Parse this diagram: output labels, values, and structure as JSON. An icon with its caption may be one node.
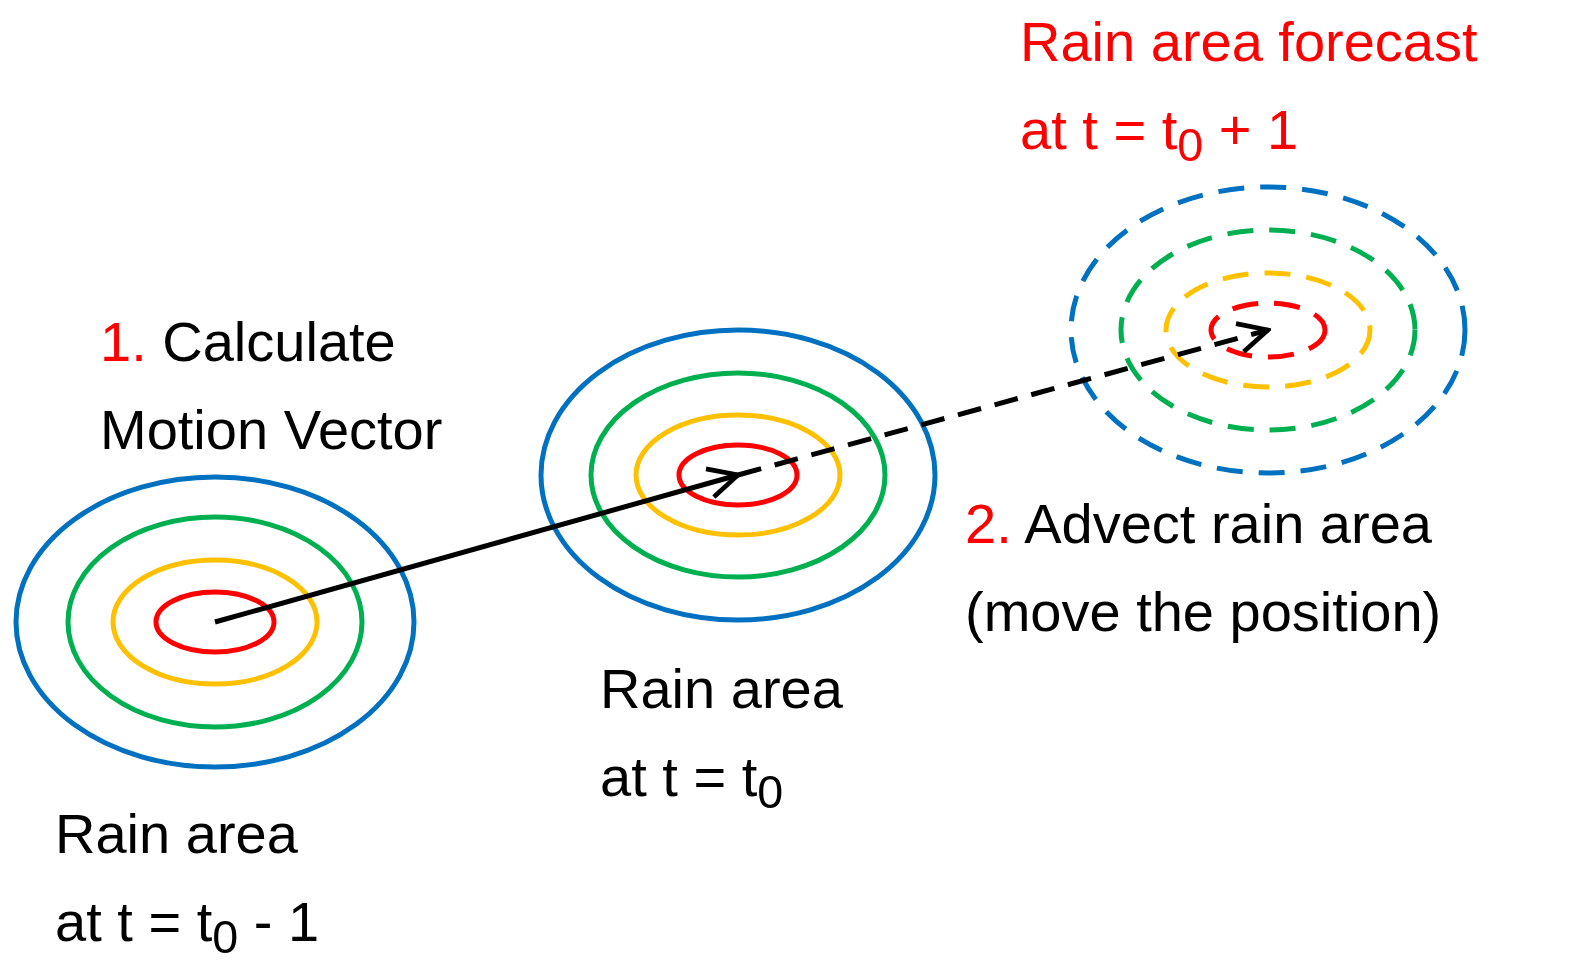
{
  "diagram": {
    "nodes": [
      {
        "text": [],
        "shape": "ellipse",
        "beside": [
          "Rain area at t = t$_{0}$ - 1"
        ]
      },
      {
        "text": [],
        "shape": "ellipse",
        "in": 0
      },
      {
        "text": [],
        "shape": "ellipse",
        "in": 1
      },
      {
        "text": [],
        "shape": "ellipse",
        "in": 2
      },
      {
        "text": [],
        "shape": "ellipse",
        "beside": [
          "Rain area at t = t$_{0}$"
        ]
      },
      {
        "text": [],
        "shape": "ellipse",
        "in": 4
      },
      {
        "text": [],
        "shape": "ellipse",
        "in": 5
      },
      {
        "text": [],
        "shape": "ellipse",
        "in": 6
      },
      {
        "text": [],
        "shape": "ellipse",
        "beside": [
          "Rain area forecast at t = t$_{0}$ + 1"
        ]
      },
      {
        "text": [],
        "shape": "ellipse",
        "in": 8
      },
      {
        "text": [],
        "shape": "ellipse",
        "in": 9
      },
      {
        "text": [],
        "shape": "ellipse",
        "in": 10
      }
    ],
    "edges": [
      {
        "from": 3,
        "to": 7,
        "arrow": "to",
        "label": "1. Calculate Motion Vector"
      },
      {
        "from": 7,
        "to": 11,
        "arrow": "to",
        "style": "dashed",
        "label": "2. Advect rain area (move the position)"
      }
    ]
  }
}
